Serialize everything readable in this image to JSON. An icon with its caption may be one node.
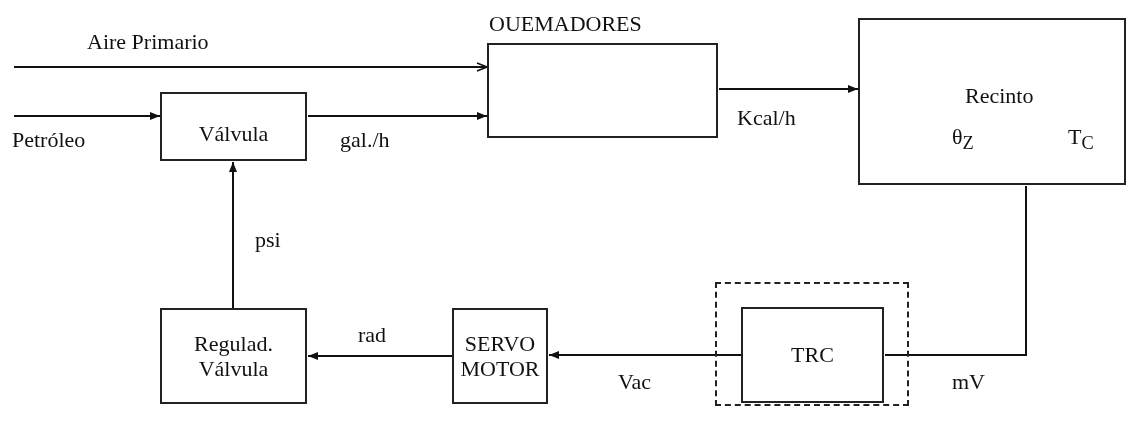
{
  "diagram": {
    "nodes": [
      {
        "text": [
          "OUEMADORES"
        ]
      },
      {
        "text": [
          "Válvula"
        ]
      },
      {
        "text": [
          "Recinto",
          "θ$_{Z}$",
          "T$_{C}$"
        ]
      },
      {
        "text": [
          "Regulad. Válvula"
        ]
      },
      {
        "text": [
          "SERVO MOTOR"
        ]
      },
      {
        "text": [],
        "shape": "box"
      },
      {
        "text": [
          "TRC"
        ],
        "in": 5
      }
    ],
    "edges": [
      {
        "from": null,
        "to": 0,
        "arrow": "to",
        "label": "Aire Primario"
      },
      {
        "from": null,
        "to": 1,
        "arrow": "to",
        "label": "Petróleo"
      },
      {
        "from": 1,
        "to": 0,
        "arrow": "to",
        "label": "gal./h"
      },
      {
        "from": 0,
        "to": 2,
        "arrow": "to",
        "label": "Kcal/h"
      },
      {
        "from": 2,
        "to": 6,
        "arrow": "none",
        "label": "mV"
      },
      {
        "from": 6,
        "to": 4,
        "arrow": "to",
        "label": "Vac"
      },
      {
        "from": 4,
        "to": 3,
        "arrow": "to",
        "label": "rad"
      },
      {
        "from": 3,
        "to": 1,
        "arrow": "to",
        "label": "psi"
      }
    ]
  }
}
